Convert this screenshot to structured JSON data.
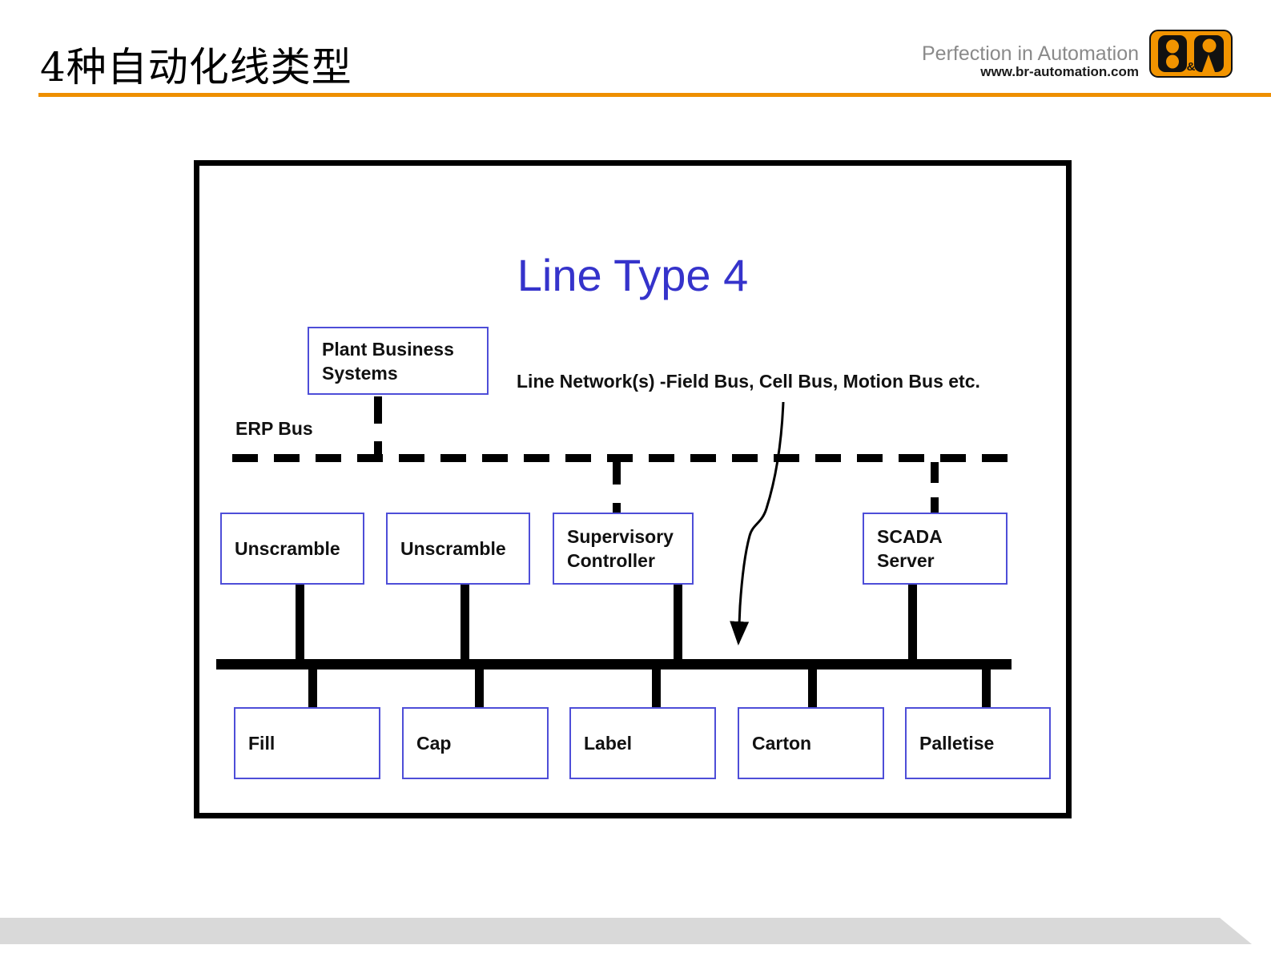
{
  "slide": {
    "title": "4种自动化线类型"
  },
  "brand": {
    "tagline": "Perfection in Automation",
    "website": "www.br-automation.com",
    "logo_amp": "&",
    "orange": "#ee8f00"
  },
  "diagram": {
    "title": "Line Type 4",
    "network_label": "Line Network(s) -Field Bus, Cell Bus, Motion Bus etc.",
    "erp_bus_label": "ERP Bus",
    "plant_box": {
      "line1": "Plant Business",
      "line2": "Systems"
    },
    "middle_row": [
      {
        "label": "Unscramble"
      },
      {
        "label": "Unscramble"
      },
      {
        "line1": "Supervisory",
        "line2": "Controller"
      },
      {
        "line1": "SCADA",
        "line2": "Server"
      }
    ],
    "bottom_row": [
      {
        "label": "Fill"
      },
      {
        "label": "Cap"
      },
      {
        "label": "Label"
      },
      {
        "label": "Carton"
      },
      {
        "label": "Palletise"
      }
    ],
    "colors": {
      "title_blue": "#3533cb",
      "box_border": "#4e4ed8",
      "line_black": "#000000"
    }
  }
}
